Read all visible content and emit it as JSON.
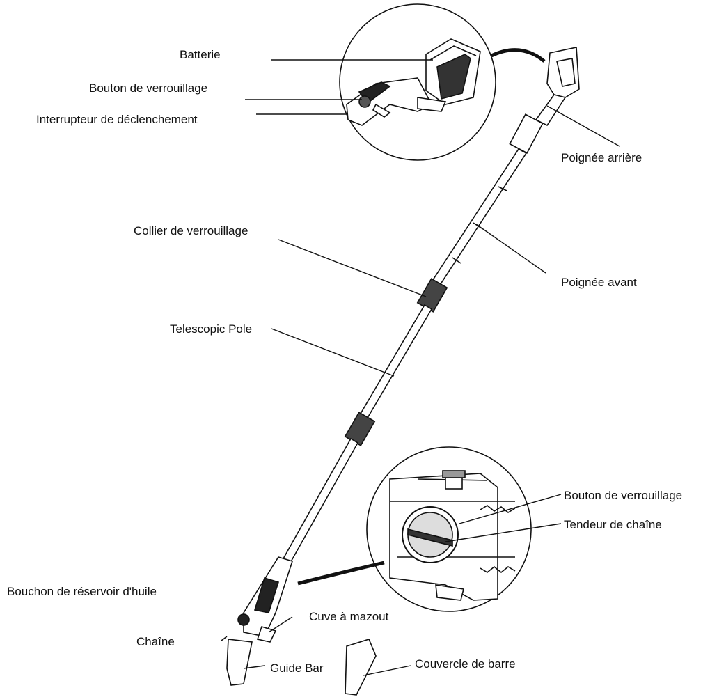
{
  "labels": {
    "batterie": "Batterie",
    "bouton_verrouillage_top": "Bouton de verrouillage",
    "interrupteur": "Interrupteur de déclenchement",
    "poignee_arriere": "Poignée arrière",
    "collier": "Collier de verrouillage",
    "poignee_avant": "Poignée avant",
    "telescopic_pole": "Telescopic Pole",
    "bouton_verrouillage_detail": "Bouton de verrouillage",
    "tendeur": "Tendeur de chaîne",
    "bouchon": "Bouchon de réservoir d'huile",
    "cuve": "Cuve à mazout",
    "chaine": "Chaîne",
    "guide_bar": "Guide Bar",
    "couvercle": "Couvercle de barre"
  },
  "colors": {
    "line": "#111111",
    "text": "#111111",
    "background": "#ffffff"
  }
}
